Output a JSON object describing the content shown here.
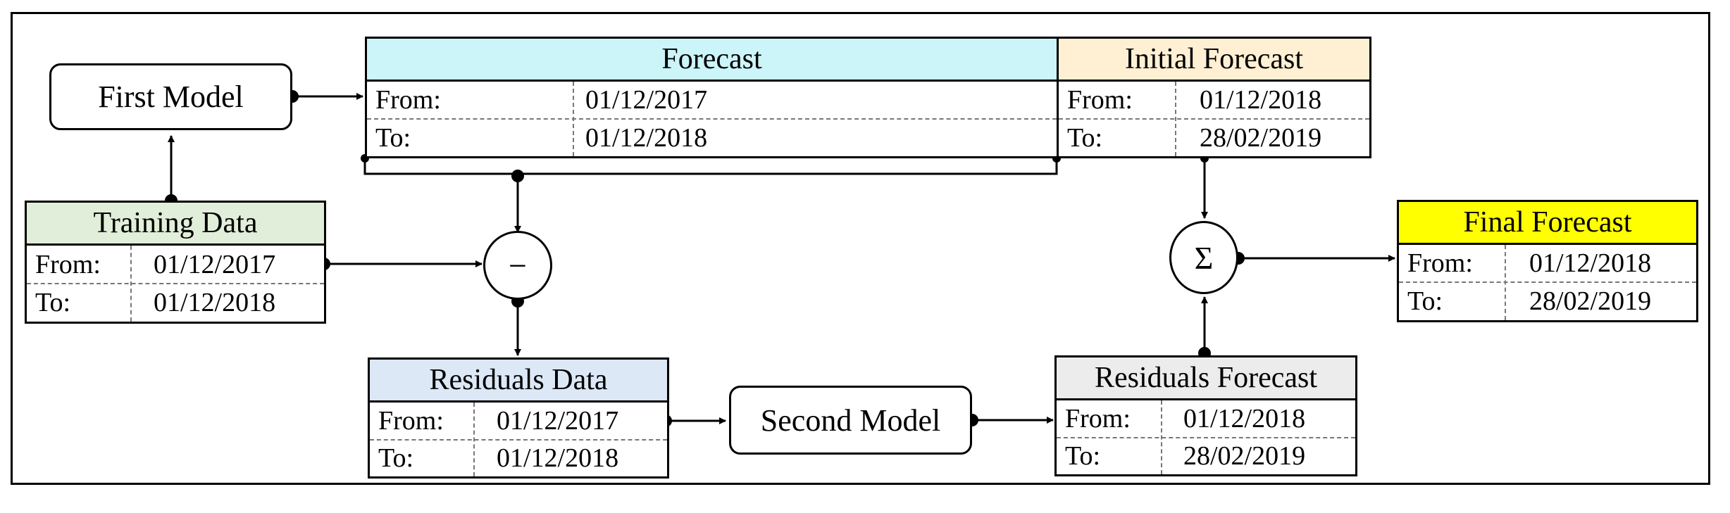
{
  "colors": {
    "forecast_header": "#ccf5f9",
    "initial_forecast_header": "#fff0d4",
    "training_header": "#e1eed9",
    "residuals_data_header": "#dce8f6",
    "residuals_forecast_header": "#ececec",
    "final_forecast_header": "#ffff00"
  },
  "labels": {
    "from": "From:",
    "to": "To:"
  },
  "first_model": {
    "label": "First Model"
  },
  "second_model": {
    "label": "Second Model"
  },
  "subtract_op": {
    "symbol": "−"
  },
  "sum_op": {
    "symbol": "Σ"
  },
  "forecast": {
    "title": "Forecast",
    "from": "01/12/2017",
    "to": "01/12/2018"
  },
  "initial_forecast": {
    "title": "Initial Forecast",
    "from": "01/12/2018",
    "to": "28/02/2019"
  },
  "training_data": {
    "title": "Training Data",
    "from": "01/12/2017",
    "to": "01/12/2018"
  },
  "residuals_data": {
    "title": "Residuals Data",
    "from": "01/12/2017",
    "to": "01/12/2018"
  },
  "residuals_forecast": {
    "title": "Residuals Forecast",
    "from": "01/12/2018",
    "to": "28/02/2019"
  },
  "final_forecast": {
    "title": "Final Forecast",
    "from": "01/12/2018",
    "to": "28/02/2019"
  }
}
